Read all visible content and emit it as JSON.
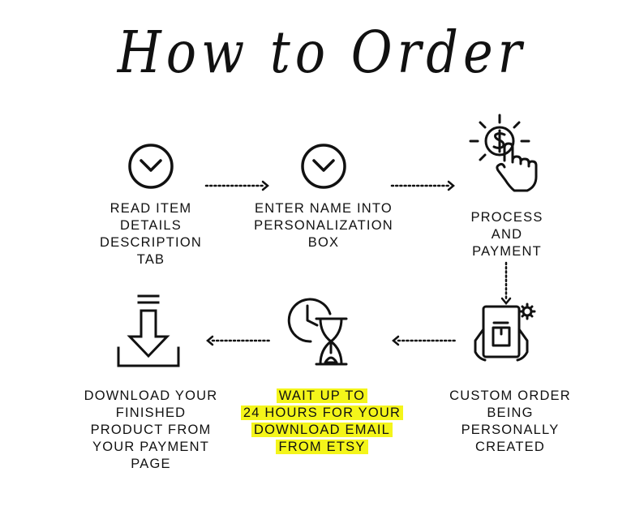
{
  "title": "How to Order",
  "highlight_color": "#f4f51a",
  "steps": [
    {
      "icon": "chevron-down-circle-icon",
      "lines": [
        "READ ITEM",
        "DETAILS",
        "DESCRIPTION",
        "TAB"
      ]
    },
    {
      "icon": "chevron-down-circle-icon",
      "lines": [
        "ENTER NAME INTO",
        "PERSONALIZATION",
        "BOX"
      ]
    },
    {
      "icon": "coin-tap-payment-icon",
      "lines": [
        "PROCESS",
        "AND",
        "PAYMENT"
      ]
    },
    {
      "icon": "tablet-gear-icon",
      "lines": [
        "CUSTOM ORDER",
        "BEING",
        "PERSONALLY",
        "CREATED"
      ]
    },
    {
      "icon": "clock-hourglass-icon",
      "lines": [
        "WAIT UP TO",
        "24 HOURS FOR YOUR",
        "DOWNLOAD EMAIL",
        "FROM ETSY"
      ]
    },
    {
      "icon": "download-tray-icon",
      "lines": [
        "DOWNLOAD YOUR",
        "FINISHED",
        "PRODUCT FROM",
        "YOUR PAYMENT",
        "PAGE"
      ]
    }
  ]
}
